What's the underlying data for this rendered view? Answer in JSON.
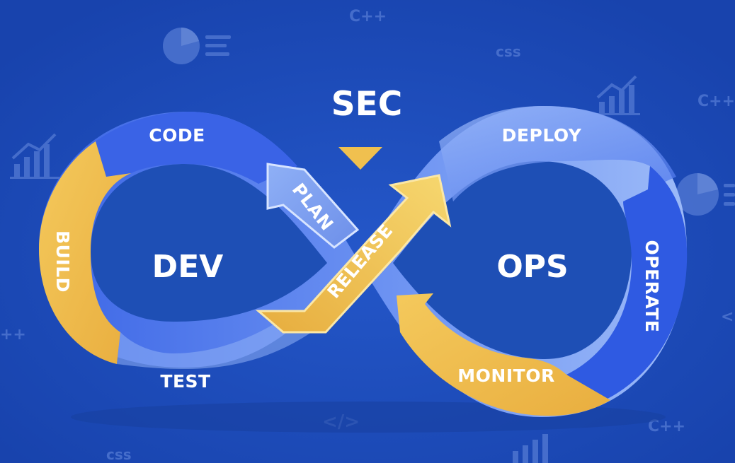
{
  "title": "SEC",
  "core": {
    "dev": "DEV",
    "ops": "OPS"
  },
  "stages": {
    "code": "CODE",
    "build": "BUILD",
    "test": "TEST",
    "plan": "PLAN",
    "release": "RELEASE",
    "deploy": "DEPLOY",
    "operate": "OPERATE",
    "monitor": "MONITOR"
  },
  "background_icons": {
    "cpp_top": "C++",
    "css_top": "css",
    "cpp_right": "C++",
    "cpp_left": "++",
    "code_tag": "</>",
    "cpp_bottom": "C++",
    "css_bottom": "css",
    "code_tag_right": "<"
  },
  "colors": {
    "background": "#1c4cbd",
    "loop_blue": "#3e6bea",
    "loop_light": "#9ab8f8",
    "accent_yellow": "#f0c04f",
    "hole_blue": "#1e4fb5"
  }
}
